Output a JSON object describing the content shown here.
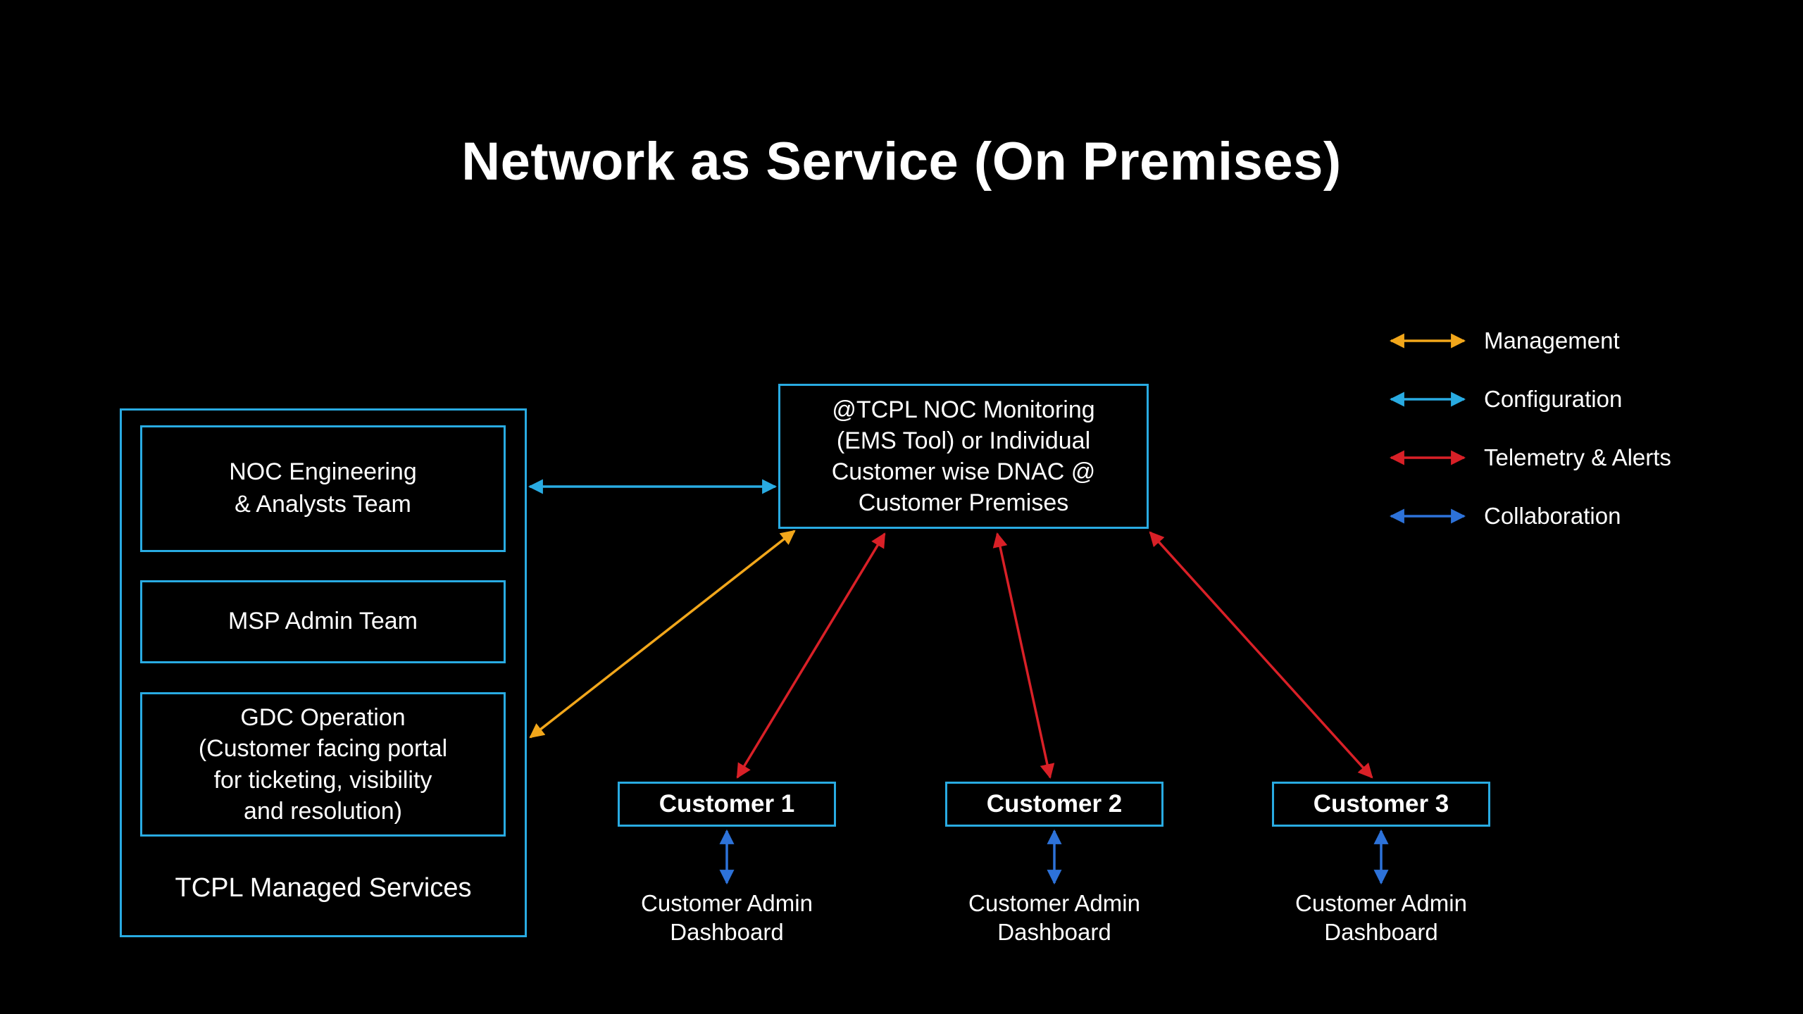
{
  "title": "Network as Service (On Premises)",
  "legend": {
    "items": [
      {
        "label": "Management",
        "color": "#F2A71B"
      },
      {
        "label": "Configuration",
        "color": "#29ABE2"
      },
      {
        "label": "Telemetry & Alerts",
        "color": "#D92027"
      },
      {
        "label": "Collaboration",
        "color": "#2D72D9"
      }
    ]
  },
  "managed_services": {
    "title": "TCPL Managed Services",
    "teams": [
      {
        "label": "NOC Engineering\n& Analysts Team"
      },
      {
        "label": "MSP Admin Team"
      },
      {
        "label": "GDC Operation\n(Customer facing portal\nfor ticketing, visibility\nand resolution)"
      }
    ]
  },
  "noc_monitoring": {
    "label": "@TCPL NOC Monitoring\n(EMS Tool) or Individual\nCustomer wise DNAC @\nCustomer Premises"
  },
  "customers": [
    {
      "label": "Customer 1",
      "dashboard": "Customer Admin\nDashboard"
    },
    {
      "label": "Customer 2",
      "dashboard": "Customer Admin\nDashboard"
    },
    {
      "label": "Customer 3",
      "dashboard": "Customer Admin\nDashboard"
    }
  ],
  "colors": {
    "background": "#000000",
    "box_border": "#29ABE2",
    "text": "#FFFFFF",
    "management": "#F2A71B",
    "configuration": "#29ABE2",
    "telemetry_alerts": "#D92027",
    "collaboration": "#2D72D9"
  }
}
